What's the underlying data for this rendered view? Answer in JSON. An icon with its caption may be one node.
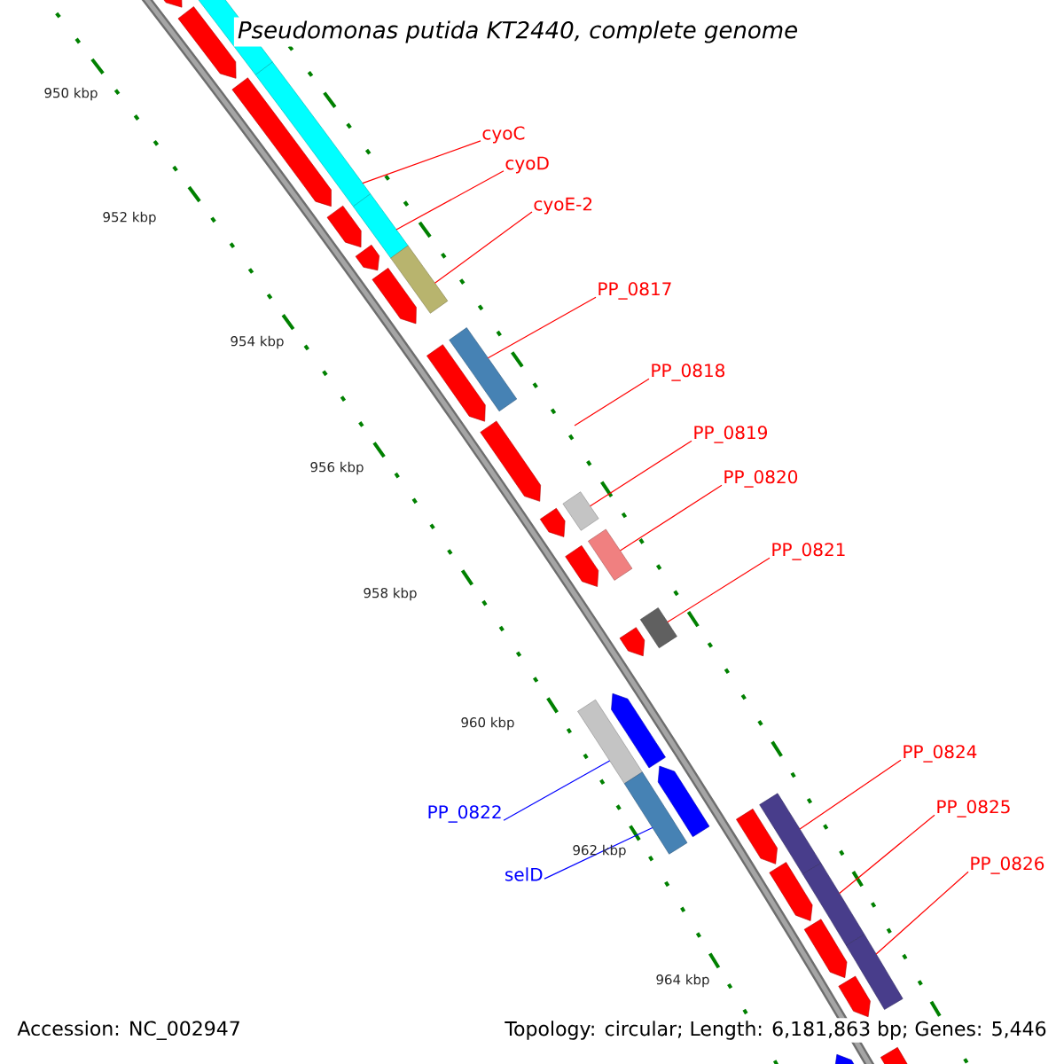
{
  "diagram": {
    "title": "Pseudomonas putida KT2440, complete genome",
    "nodes": [
      {
        "text": [
          "cyoC"
        ]
      },
      {
        "text": [
          "cyoD"
        ]
      },
      {
        "text": [
          "cyoE-2"
        ]
      },
      {
        "text": [
          "PP_0817"
        ]
      },
      {
        "text": [
          "PP_0818"
        ]
      },
      {
        "text": [
          "PP_0819"
        ]
      },
      {
        "text": [
          "PP_0820"
        ]
      },
      {
        "text": [
          "PP_0821"
        ]
      },
      {
        "text": [
          "PP_0822"
        ]
      },
      {
        "text": [
          "selD"
        ]
      },
      {
        "text": [
          "PP_0824"
        ]
      },
      {
        "text": [
          "PP_0825"
        ]
      },
      {
        "text": [
          "PP_0826"
        ]
      },
      {
        "text": [],
        "shape": "bar"
      },
      {
        "text": [],
        "shape": "bar"
      },
      {
        "text": [],
        "shape": "bar"
      },
      {
        "text": [],
        "shape": "bar"
      },
      {
        "text": [],
        "shape": "bar"
      },
      {
        "text": [],
        "shape": "bar"
      },
      {
        "text": [],
        "shape": "bar"
      },
      {
        "text": [],
        "shape": "bar"
      },
      {
        "text": [],
        "shape": "bar"
      },
      {
        "text": [],
        "shape": "bar"
      },
      {
        "text": [],
        "shape": "bar"
      },
      {
        "text": [],
        "shape": "bar"
      },
      {
        "text": [],
        "shape": "arrow"
      },
      {
        "text": [],
        "shape": "arrow"
      },
      {
        "text": [],
        "shape": "arrow"
      },
      {
        "text": [],
        "shape": "arrow"
      },
      {
        "text": [],
        "shape": "arrow"
      },
      {
        "text": [],
        "shape": "arrow"
      },
      {
        "text": [],
        "shape": "arrow"
      },
      {
        "text": [],
        "shape": "arrow"
      },
      {
        "text": [],
        "shape": "arrow"
      },
      {
        "text": [],
        "shape": "arrow"
      },
      {
        "text": [],
        "shape": "arrow"
      },
      {
        "text": [],
        "shape": "arrow"
      },
      {
        "text": [],
        "shape": "arrow"
      },
      {
        "text": [],
        "shape": "arrow"
      },
      {
        "text": [],
        "shape": "arrow"
      },
      {
        "text": [],
        "shape": "arrow"
      },
      {
        "text": [],
        "shape": "arrow"
      },
      {
        "text": [],
        "shape": "arrow"
      },
      {
        "text": [],
        "shape": "pentagon"
      },
      {
        "text": [],
        "shape": "bar"
      }
    ],
    "edges": [
      {
        "from": 0,
        "to": 13,
        "arrow": "none"
      },
      {
        "from": 1,
        "to": 14,
        "arrow": "none"
      },
      {
        "from": 2,
        "to": 15,
        "arrow": "none"
      },
      {
        "from": 3,
        "to": 16,
        "arrow": "none"
      },
      {
        "from": 4,
        "to": null,
        "arrow": "none"
      },
      {
        "from": 5,
        "to": 17,
        "arrow": "none"
      },
      {
        "from": 6,
        "to": 18,
        "arrow": "none"
      },
      {
        "from": 7,
        "to": 19,
        "arrow": "none"
      },
      {
        "from": 8,
        "to": 20,
        "arrow": "none",
        "color": "#0000ff"
      },
      {
        "from": 9,
        "to": 21,
        "arrow": "none",
        "color": "#0000ff"
      },
      {
        "from": 10,
        "to": 22,
        "arrow": "none"
      },
      {
        "from": 11,
        "to": 23,
        "arrow": "none"
      },
      {
        "from": 12,
        "to": 24,
        "arrow": "none"
      }
    ],
    "labels": [
      "950 kbp",
      "952 kbp",
      "954 kbp",
      "956 kbp",
      "958 kbp",
      "960 kbp",
      "962 kbp",
      "964 kbp",
      "Accession: NC_002947",
      "Topology: circular; Length: 6,181,863 bp; Genes: 5,446"
    ]
  }
}
